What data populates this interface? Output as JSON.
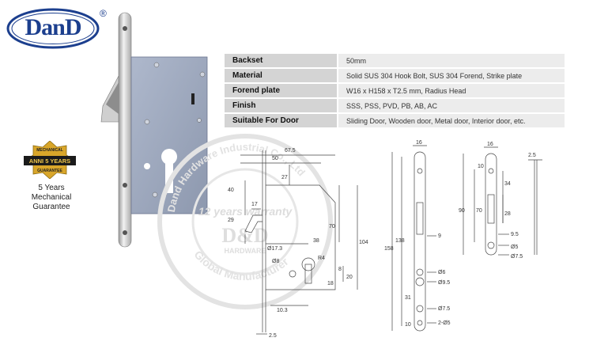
{
  "brand": {
    "logo_text": "DanD",
    "registered_mark": "®"
  },
  "guarantee": {
    "badge_top": "MECHANICAL",
    "badge_main": "ANNI 5 YEARS",
    "badge_bottom": "GUARANTEE",
    "line1": "5 Years",
    "line2": "Mechanical",
    "line3": "Guarantee"
  },
  "specs": [
    {
      "label": "Backset",
      "value": "50mm"
    },
    {
      "label": "Material",
      "value": "Solid SUS 304 Hook Bolt, SUS 304 Forend, Strike plate"
    },
    {
      "label": "Forend plate",
      "value": "W16 x H158 x T2.5 mm, Radius Head"
    },
    {
      "label": "Finish",
      "value": "SSS, PSS, PVD, PB, AB, AC"
    },
    {
      "label": "Suitable For Door",
      "value": "Sliding Door, Wooden door, Metal door,  Interior door,  etc."
    }
  ],
  "watermark": {
    "top_text": "Dand Hardware Industrial Co., Ltd",
    "warranty": "12 years warranty",
    "center_brand": "D&D",
    "center_sub": "HARDWARE",
    "bottom_text": "Global Manufacturer"
  },
  "dimensions": {
    "body": [
      "67.5",
      "50",
      "27",
      "40",
      "17",
      "29",
      "70",
      "104",
      "38",
      "Ø17.3",
      "Ø8",
      "R4",
      "8",
      "20",
      "18",
      "10.3",
      "2.5"
    ],
    "forend": [
      "16",
      "158",
      "138",
      "9",
      "Ø6",
      "Ø9.5",
      "31",
      "Ø7.5",
      "10",
      "2-Ø5"
    ],
    "strike": [
      "16",
      "10",
      "34",
      "28",
      "70",
      "90",
      "9.5",
      "Ø5",
      "Ø7.5",
      "2.5"
    ]
  }
}
